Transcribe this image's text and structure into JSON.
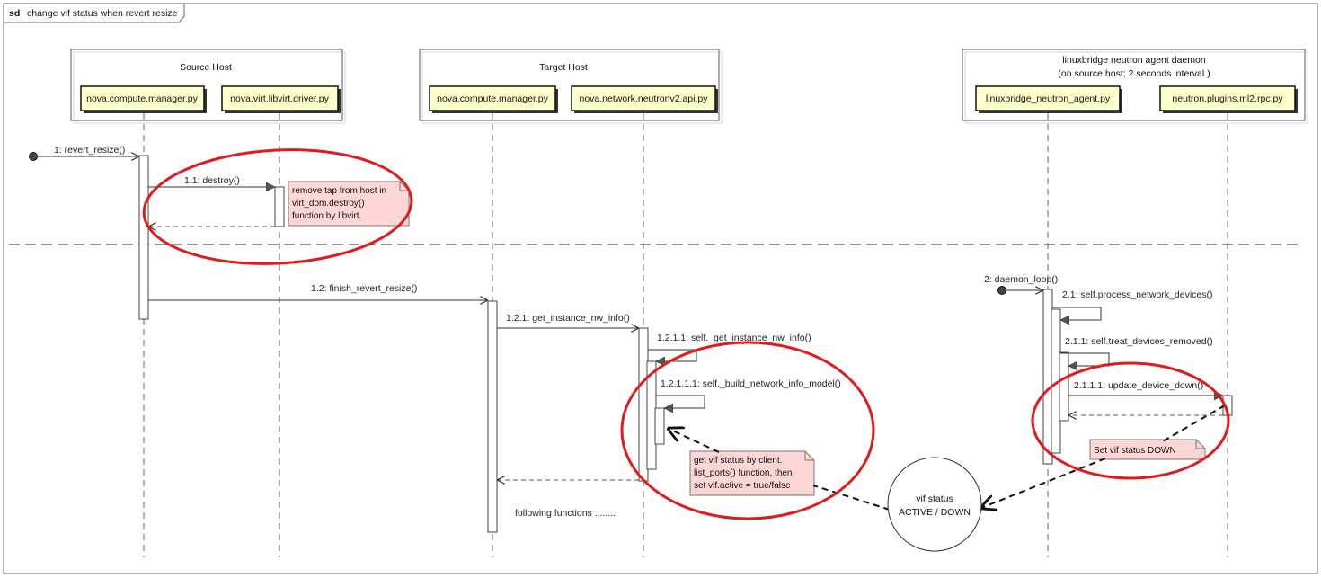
{
  "frame": {
    "tag": "sd",
    "title": "change vif status when revert resize"
  },
  "groups": {
    "source": {
      "title": "Source Host"
    },
    "target": {
      "title": "Target Host"
    },
    "daemon": {
      "title_line1": "linuxbridge neutron agent daemon",
      "title_line2": "(on source host; 2 seconds interval )"
    }
  },
  "lifelines": {
    "src_manager": "nova.compute.manager.py",
    "src_driver": "nova.virt.libvirt.driver.py",
    "tgt_manager": "nova.compute.manager.py",
    "tgt_api": "nova.network.neutronv2.api.py",
    "lb_agent": "linuxbridge_neutron_agent.py",
    "rpc": "neutron.plugins.ml2.rpc.py"
  },
  "messages": {
    "m1": "1: revert_resize()",
    "m1_1": "1.1: destroy()",
    "m1_2": "1.2: finish_revert_resize()",
    "m1_2_1": "1.2.1: get_instance_nw_info()",
    "m1_2_1_1": "1.2.1.1: self._get_instance_nw_info()",
    "m1_2_1_1_1": "1.2.1.1.1: self._build_network_info_model()",
    "following": "following functions ........",
    "m2": "2: daemon_loop()",
    "m2_1": "2.1: self.process_network_devices()",
    "m2_1_1": "2.1.1: self.treat_devices_removed()",
    "m2_1_1_1": "2.1.1.1: update_device_down()"
  },
  "notes": {
    "n1": [
      "remove tap from host in",
      "virt_dom.destroy()",
      "function by libvirt."
    ],
    "n2": [
      "get vif status by client.",
      "list_ports() function, then",
      "set vif.active = true/false"
    ],
    "n3": [
      "Set vif status DOWN"
    ]
  },
  "state": {
    "line1": "vif status",
    "line2": "ACTIVE / DOWN"
  },
  "colors": {
    "highlight": "#e01b1b",
    "note_fill": "#ffd6d6",
    "lifeline_box": "#ffffcc"
  }
}
